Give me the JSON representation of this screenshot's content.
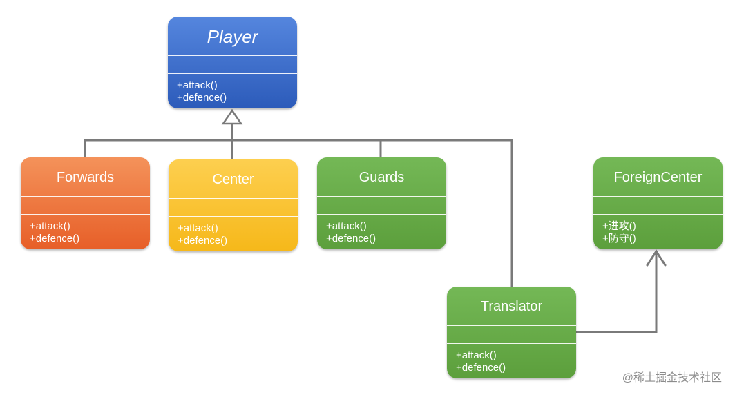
{
  "classes": {
    "player": {
      "name": "Player",
      "methods": [
        "+attack()",
        "+defence()"
      ],
      "fill": {
        "top": "#5586de",
        "bottom": "#2c5bba"
      }
    },
    "forwards": {
      "name": "Forwards",
      "methods": [
        "+attack()",
        "+defence()"
      ],
      "fill": {
        "top": "#f4925a",
        "bottom": "#e75f28"
      }
    },
    "center": {
      "name": "Center",
      "methods": [
        "+attack()",
        "+defence()"
      ],
      "fill": {
        "top": "#fdcf4f",
        "bottom": "#f6b81a"
      }
    },
    "guards": {
      "name": "Guards",
      "methods": [
        "+attack()",
        "+defence()"
      ],
      "fill": {
        "top": "#74b856",
        "bottom": "#5c9f3c"
      }
    },
    "foreign_center": {
      "name": "ForeignCenter",
      "methods": [
        "+进攻()",
        "+防守()"
      ],
      "fill": {
        "top": "#74b856",
        "bottom": "#5c9f3c"
      }
    },
    "translator": {
      "name": "Translator",
      "methods": [
        "+attack()",
        "+defence()"
      ],
      "fill": {
        "top": "#74b856",
        "bottom": "#5c9f3c"
      }
    }
  },
  "colors": {
    "connector": "#7a7a7a"
  },
  "watermark": "@稀土掘金技术社区"
}
